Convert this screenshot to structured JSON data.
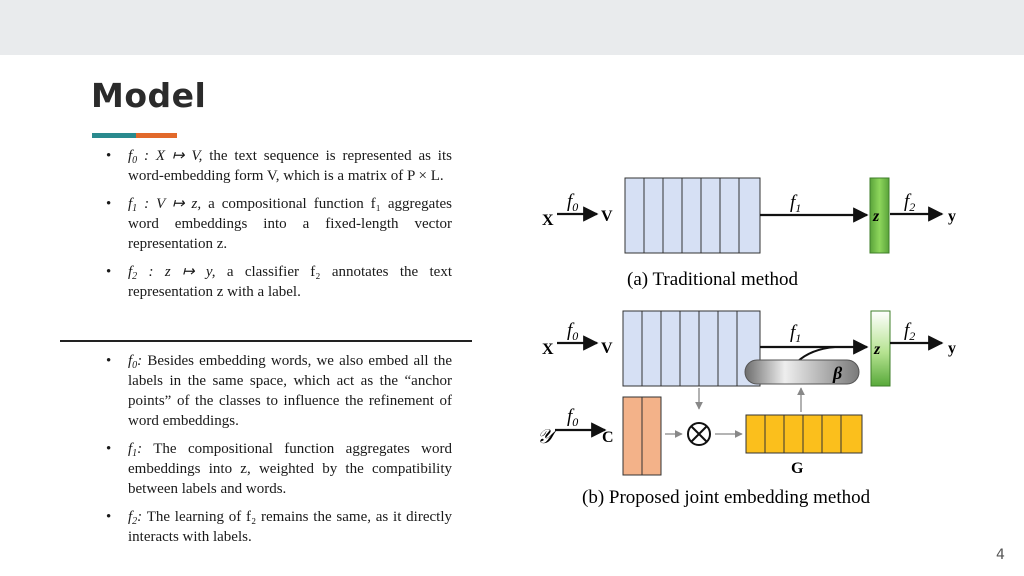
{
  "slide": {
    "title": "Model",
    "page_number": "4"
  },
  "bullets_top": [
    {
      "symbol": "f",
      "sub": "0",
      "math_tail": " : X ↦ V,",
      "text": " the text sequence is represented as its word-embedding form V, which is a matrix of P × L."
    },
    {
      "symbol": "f",
      "sub": "1",
      "math_tail": " : V ↦ z,",
      "text": " a compositional function f₁ aggregates word embeddings into a fixed-length vector representation z."
    },
    {
      "symbol": "f",
      "sub": "2",
      "math_tail": " : z ↦ y,",
      "text": " a classifier f₂ annotates the text representation z with a label."
    }
  ],
  "bullets_bottom": [
    {
      "symbol": "f",
      "sub": "0",
      "math_tail": ":",
      "text": " Besides embedding words, we also embed all the labels in the same space, which act as the “anchor points” of the classes to influence the refinement of word embeddings."
    },
    {
      "symbol": "f",
      "sub": "1",
      "math_tail": ":",
      "text": " The compositional function aggregates word embeddings into z, weighted by the compatibility between labels and words."
    },
    {
      "symbol": "f",
      "sub": "2",
      "math_tail": ":",
      "text": " The learning of f₂ remains the same, as it directly interacts with labels."
    }
  ],
  "figure": {
    "caption_a": "(a) Traditional method",
    "caption_b": "(b) Proposed joint embedding method",
    "labels": {
      "X": "X",
      "V": "V",
      "z": "z",
      "y": "y",
      "f0": "f",
      "f1": "f",
      "f2": "f",
      "sub0": "0",
      "sub1": "1",
      "sub2": "2",
      "beta": "β",
      "C": "C",
      "G": "G",
      "Y": "𝒴",
      "otimes": "⊗"
    },
    "colors": {
      "matrix_fill": "#d6e0f4",
      "z_fill": "#7cc24a",
      "c_fill": "#f3b289",
      "g_fill": "#fbbf1c",
      "beta_fill": "#9a9a9a"
    }
  }
}
